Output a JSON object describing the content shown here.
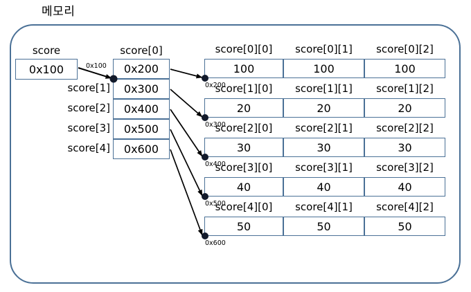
{
  "diagram": {
    "title": "메모리",
    "type": "memory-layout-diagram",
    "colors": {
      "box_border": "#4a7096",
      "container_border": "#4a7096",
      "arrow": "#000000",
      "dot": "#121a2b",
      "background": "#ffffff"
    }
  },
  "pointer_variable": {
    "label": "score",
    "value": "0x100",
    "edge_label": "0x100"
  },
  "pointer_array": {
    "header_label": "score[0]",
    "rows": [
      {
        "label": "score[0]",
        "value": "0x200"
      },
      {
        "label": "score[1]",
        "value": "0x300"
      },
      {
        "label": "score[2]",
        "value": "0x400"
      },
      {
        "label": "score[3]",
        "value": "0x500"
      },
      {
        "label": "score[4]",
        "value": "0x600"
      }
    ]
  },
  "data_rows": [
    {
      "address": "0x200",
      "headers": [
        "score[0][0]",
        "score[0][1]",
        "score[0][2]"
      ],
      "values": [
        "100",
        "100",
        "100"
      ]
    },
    {
      "address": "0x300",
      "headers": [
        "score[1][0]",
        "score[1][1]",
        "score[1][2]"
      ],
      "values": [
        "20",
        "20",
        "20"
      ]
    },
    {
      "address": "0x400",
      "headers": [
        "score[2][0]",
        "score[2][1]",
        "score[2][2]"
      ],
      "values": [
        "30",
        "30",
        "30"
      ]
    },
    {
      "address": "0x500",
      "headers": [
        "score[3][0]",
        "score[3][1]",
        "score[3][2]"
      ],
      "values": [
        "40",
        "40",
        "40"
      ]
    },
    {
      "address": "0x600",
      "headers": [
        "score[4][0]",
        "score[4][1]",
        "score[4][2]"
      ],
      "values": [
        "50",
        "50",
        "50"
      ]
    }
  ]
}
